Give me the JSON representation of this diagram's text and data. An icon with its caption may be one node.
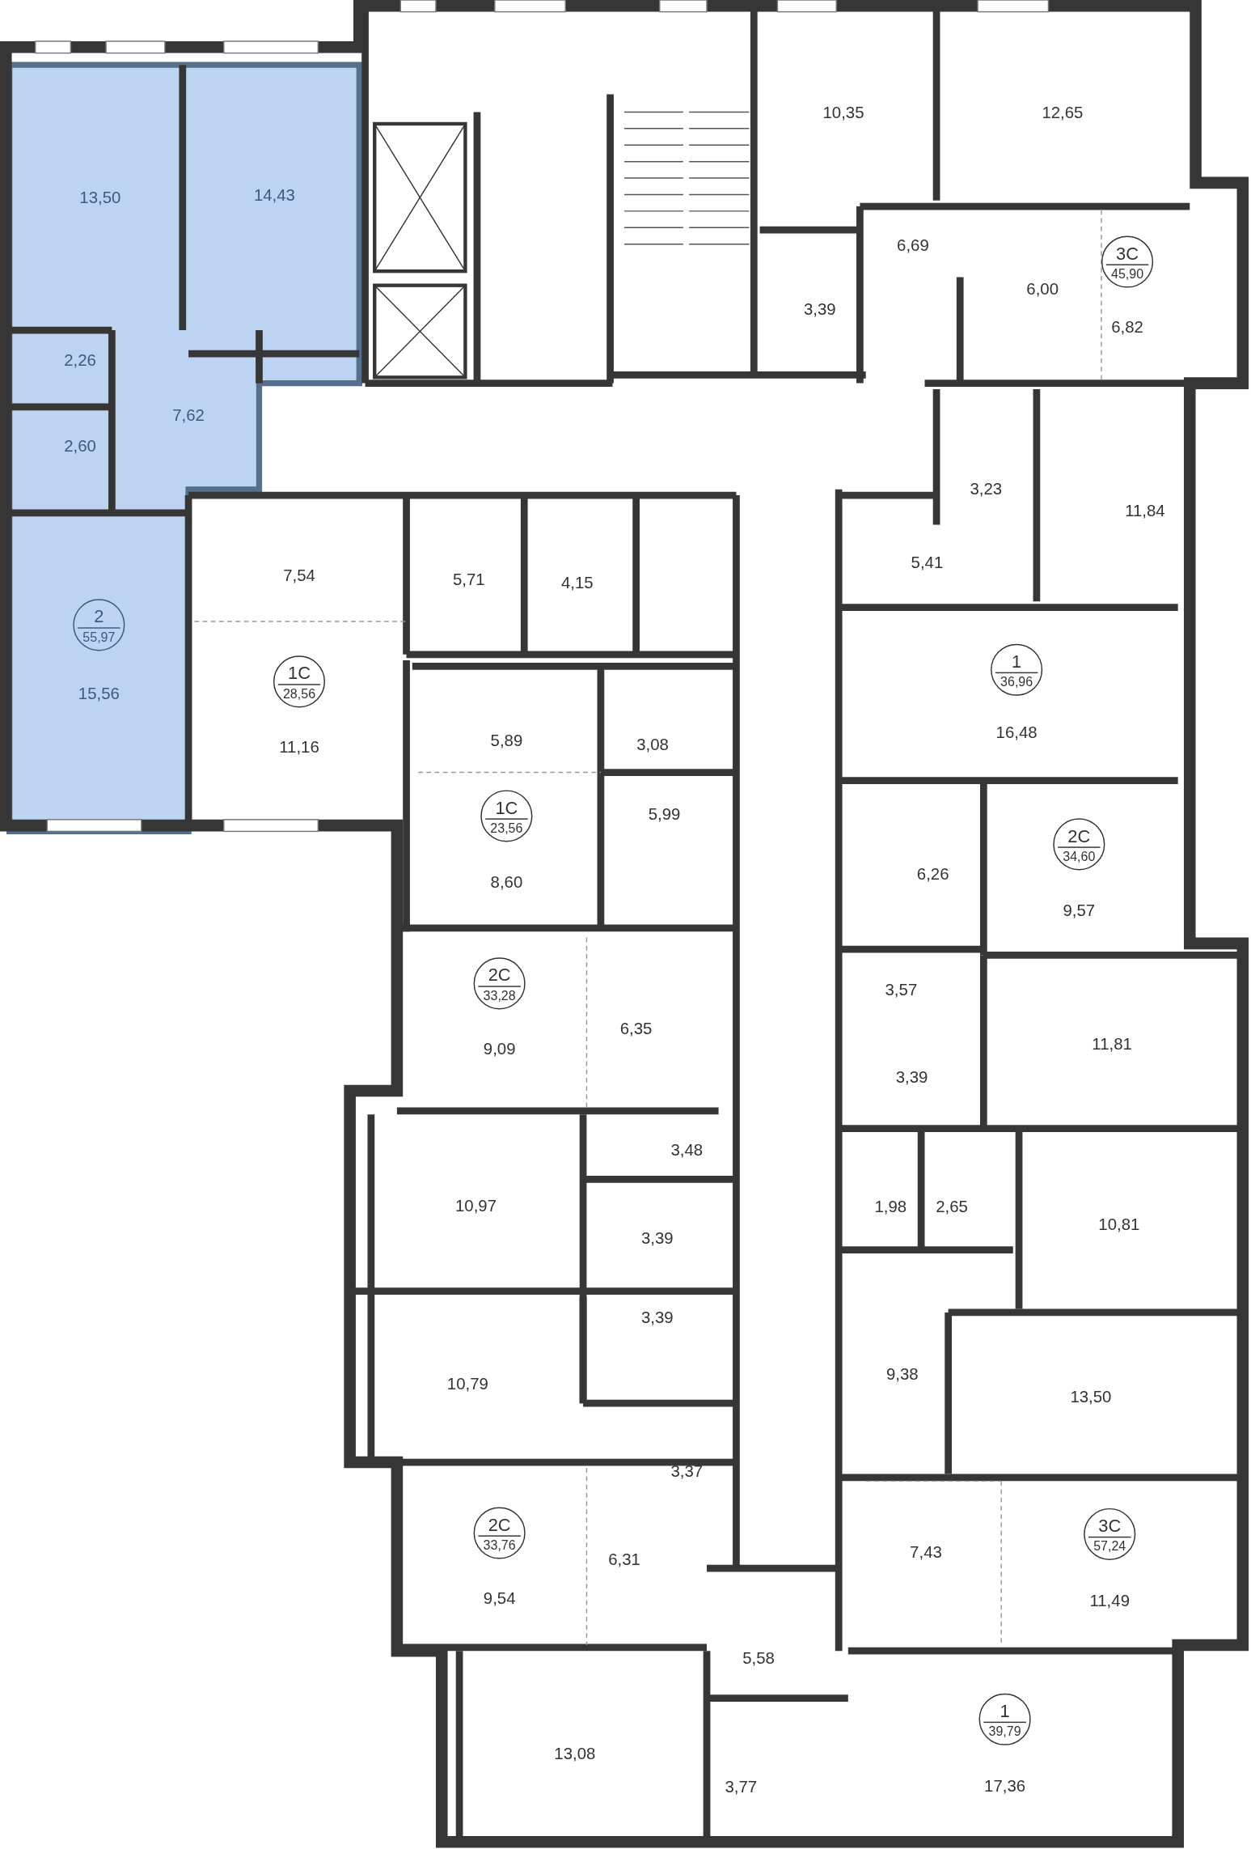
{
  "diagram": {
    "nodes": [
      {
        "text": [
          "3С",
          "45,90"
        ]
      },
      {
        "text": [
          "2",
          "55,97"
        ]
      },
      {
        "text": [
          "1",
          "36,96"
        ]
      },
      {
        "text": [
          "1С",
          "28,56"
        ]
      },
      {
        "text": [
          "1С",
          "23,56"
        ]
      },
      {
        "text": [
          "2С",
          "34,60"
        ]
      },
      {
        "text": [
          "2С",
          "33,28"
        ]
      },
      {
        "text": [
          "2С",
          "33,76"
        ]
      },
      {
        "text": [
          "3С",
          "57,24"
        ]
      },
      {
        "text": [
          "1",
          "39,79"
        ]
      }
    ],
    "labels": [
      "10,35",
      "12,65",
      "13,50",
      "14,43",
      "6,69",
      "6,00",
      "6,82",
      "3,39",
      "2,26",
      "7,62",
      "2,60",
      "11,84",
      "3,23",
      "5,41",
      "7,54",
      "5,71",
      "4,15",
      "15,56",
      "16,48",
      "11,16",
      "5,89",
      "3,08",
      "5,99",
      "6,26",
      "8,60",
      "9,57",
      "3,57",
      "6,35",
      "9,09",
      "11,81",
      "3,39",
      "3,48",
      "10,97",
      "1,98",
      "2,65",
      "10,81",
      "3,39",
      "3,39",
      "10,79",
      "9,38",
      "13,50",
      "3,37",
      "6,31",
      "7,43",
      "9,54",
      "11,49",
      "5,58",
      "13,08",
      "3,77",
      "17,36"
    ]
  }
}
